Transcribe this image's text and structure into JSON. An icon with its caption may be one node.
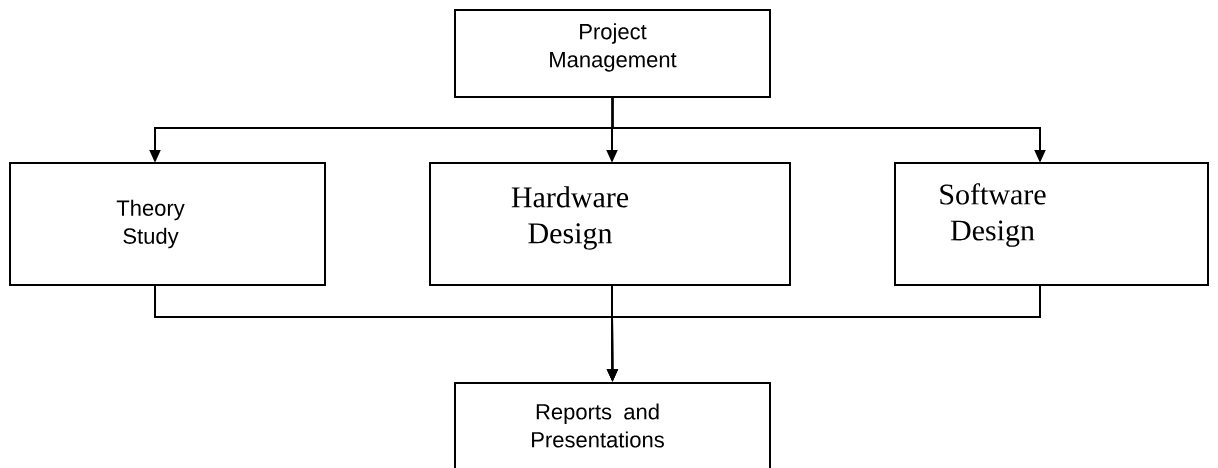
{
  "diagram": {
    "nodes": [
      {
        "text": [
          "Project Management"
        ]
      },
      {
        "text": [
          "Theory Study"
        ]
      },
      {
        "text": [
          "Hardware Design"
        ]
      },
      {
        "text": [
          "Software Design"
        ]
      },
      {
        "text": [
          "Reports and Presentations"
        ]
      }
    ],
    "edges": [
      {
        "from": 0,
        "to": 1,
        "arrow": "to"
      },
      {
        "from": 0,
        "to": 2,
        "arrow": "to"
      },
      {
        "from": 0,
        "to": 3,
        "arrow": "to"
      },
      {
        "from": 1,
        "to": 4,
        "arrow": "to"
      },
      {
        "from": 2,
        "to": 4,
        "arrow": "to"
      },
      {
        "from": 3,
        "to": 4,
        "arrow": "to"
      }
    ]
  }
}
